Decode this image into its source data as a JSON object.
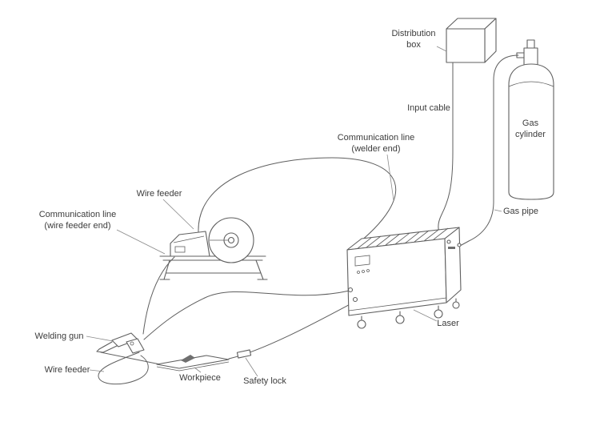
{
  "diagram": {
    "type": "laser-welding-system-wiring-diagram",
    "line_color": "#5f5f5f",
    "text_color": "#3c3c3c",
    "background": "#ffffff",
    "labels": {
      "distribution_box": "Distribution\nbox",
      "input_cable": "Input cable",
      "communication_line_welder": "Communication line\n(welder end)",
      "gas_cylinder": "Gas\ncylinder",
      "gas_pipe": "Gas pipe",
      "wire_feeder_top": "Wire feeder",
      "communication_line_wire_feeder": "Communication line\n(wire feeder end)",
      "welding_gun": "Welding gun",
      "wire_feeder_bottom": "Wire feeder",
      "workpiece": "Workpiece",
      "safety_lock": "Safety lock",
      "laser": "Laser"
    }
  }
}
